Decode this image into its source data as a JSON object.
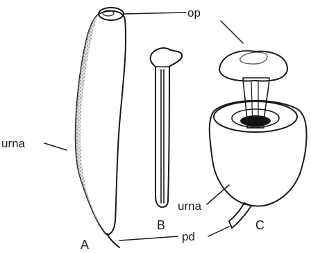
{
  "figure": {
    "labels": {
      "op": "op",
      "urna_left": "urna",
      "urna_right": "urna",
      "pd": "pd",
      "panel_a": "A",
      "panel_b": "B",
      "panel_c": "C"
    },
    "colors": {
      "ink": "#1a1a1a",
      "paper": "#ffffff",
      "body_fill": "#d8d8d8"
    }
  }
}
